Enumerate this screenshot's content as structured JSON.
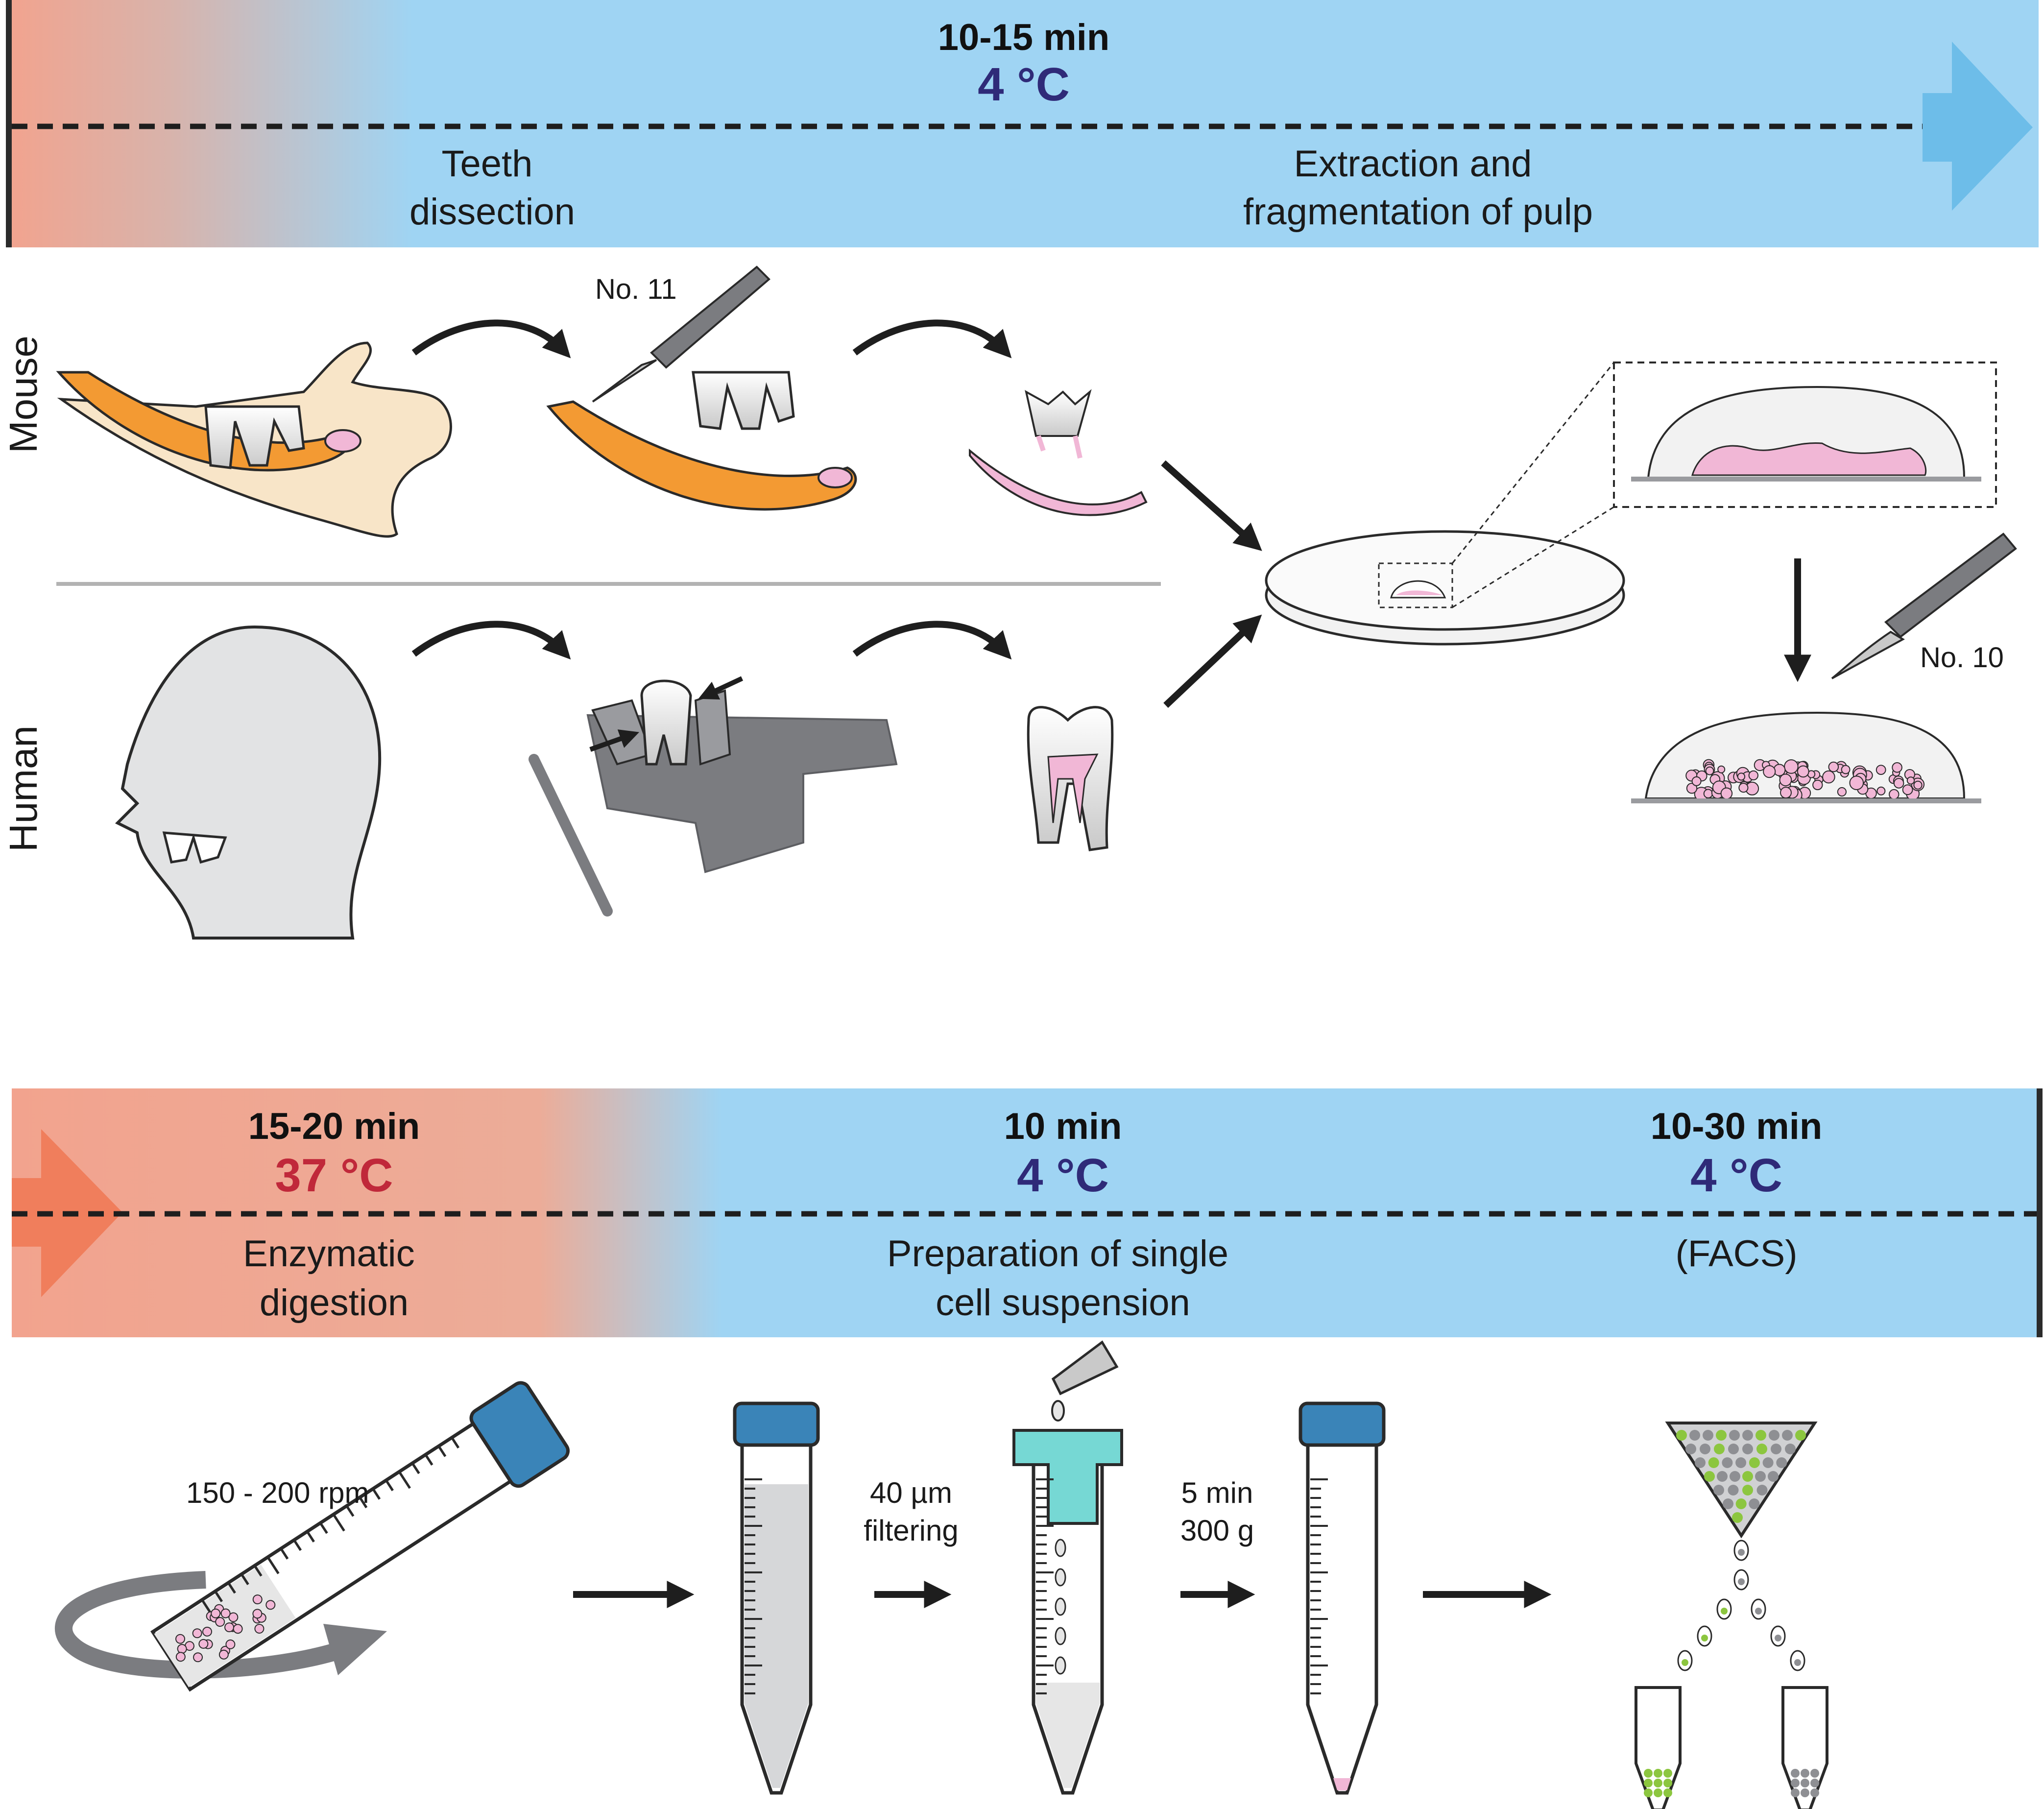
{
  "top_banner": {
    "duration": "10-15 min",
    "temperature": "4 °C",
    "step_1": [
      "Teeth",
      "dissection"
    ],
    "step_2": [
      "Extraction and",
      "fragmentation of pulp"
    ]
  },
  "rows": {
    "mouse": "Mouse",
    "human": "Human"
  },
  "scalpels": {
    "top": "No. 11",
    "right": "No. 10"
  },
  "bottom_banner": {
    "stage_1": {
      "duration": "15-20 min",
      "temperature": "37 °C",
      "label": [
        "Enzymatic",
        "digestion"
      ]
    },
    "stage_2": {
      "duration": "10 min",
      "temperature": "4 °C",
      "label": [
        "Preparation of single",
        "cell suspension"
      ]
    },
    "stage_3": {
      "duration": "10-30 min",
      "temperature": "4 °C",
      "label": [
        "(FACS)"
      ]
    }
  },
  "process_labels": {
    "rotation": "150 - 200 rpm",
    "filter": [
      "40 µm",
      "filtering"
    ],
    "centrifuge": [
      "5 min",
      "300 g"
    ]
  },
  "colors": {
    "warm": "#f2a38e",
    "cool": "#9fd4f3",
    "cool_arrow": "#6dbde9",
    "warm_arrow": "#f07e5c",
    "temp_cold": "#2f2a78",
    "temp_warm": "#c0283a",
    "pulp_pink": "#f1b7d6",
    "bone_orange": "#f39a33",
    "jaw_cream": "#f8e5c8",
    "tube_cap": "#3a84b8",
    "filter_teal": "#76d8d4",
    "gray": "#7b7c80",
    "green_cell": "#8cc63f"
  }
}
